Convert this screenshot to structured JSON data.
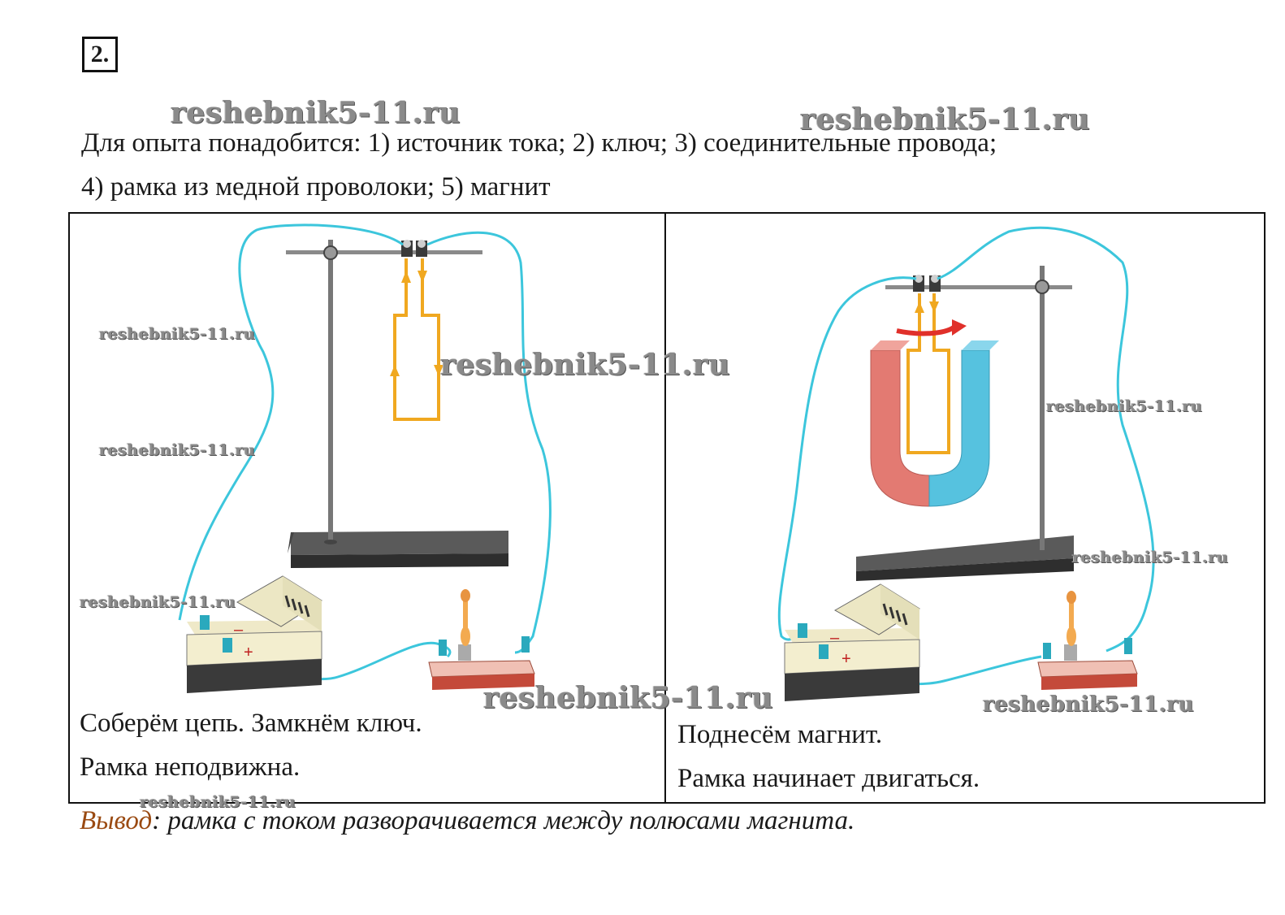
{
  "task": {
    "number": "2."
  },
  "watermark": {
    "text": "reshebnik5-11.ru"
  },
  "intro": {
    "line1": "Для опыта понадобится: 1) источник тока; 2) ключ; 3) соединительные провода;",
    "line2": "4) рамка из медной проволоки; 5) магнит"
  },
  "panel_left": {
    "caption1": "Соберём цепь. Замкнём ключ.",
    "caption2": "Рамка неподвижна.",
    "battery_minus": "–",
    "battery_plus": "+"
  },
  "panel_right": {
    "caption1": "Поднесём магнит.",
    "caption2": "Рамка начинает двигаться.",
    "battery_minus": "–",
    "battery_plus": "+"
  },
  "conclusion": {
    "lead": "Вывод",
    "text": ": рамка с током разворачивается между полюсами магнита."
  },
  "colors": {
    "wire": "#3cc6dc",
    "frame_wire": "#f0a820",
    "magnet_north": "#e37a72",
    "magnet_south": "#56c2df",
    "arrow": "#e0302a",
    "conclusion_lead": "#9a4a12"
  }
}
